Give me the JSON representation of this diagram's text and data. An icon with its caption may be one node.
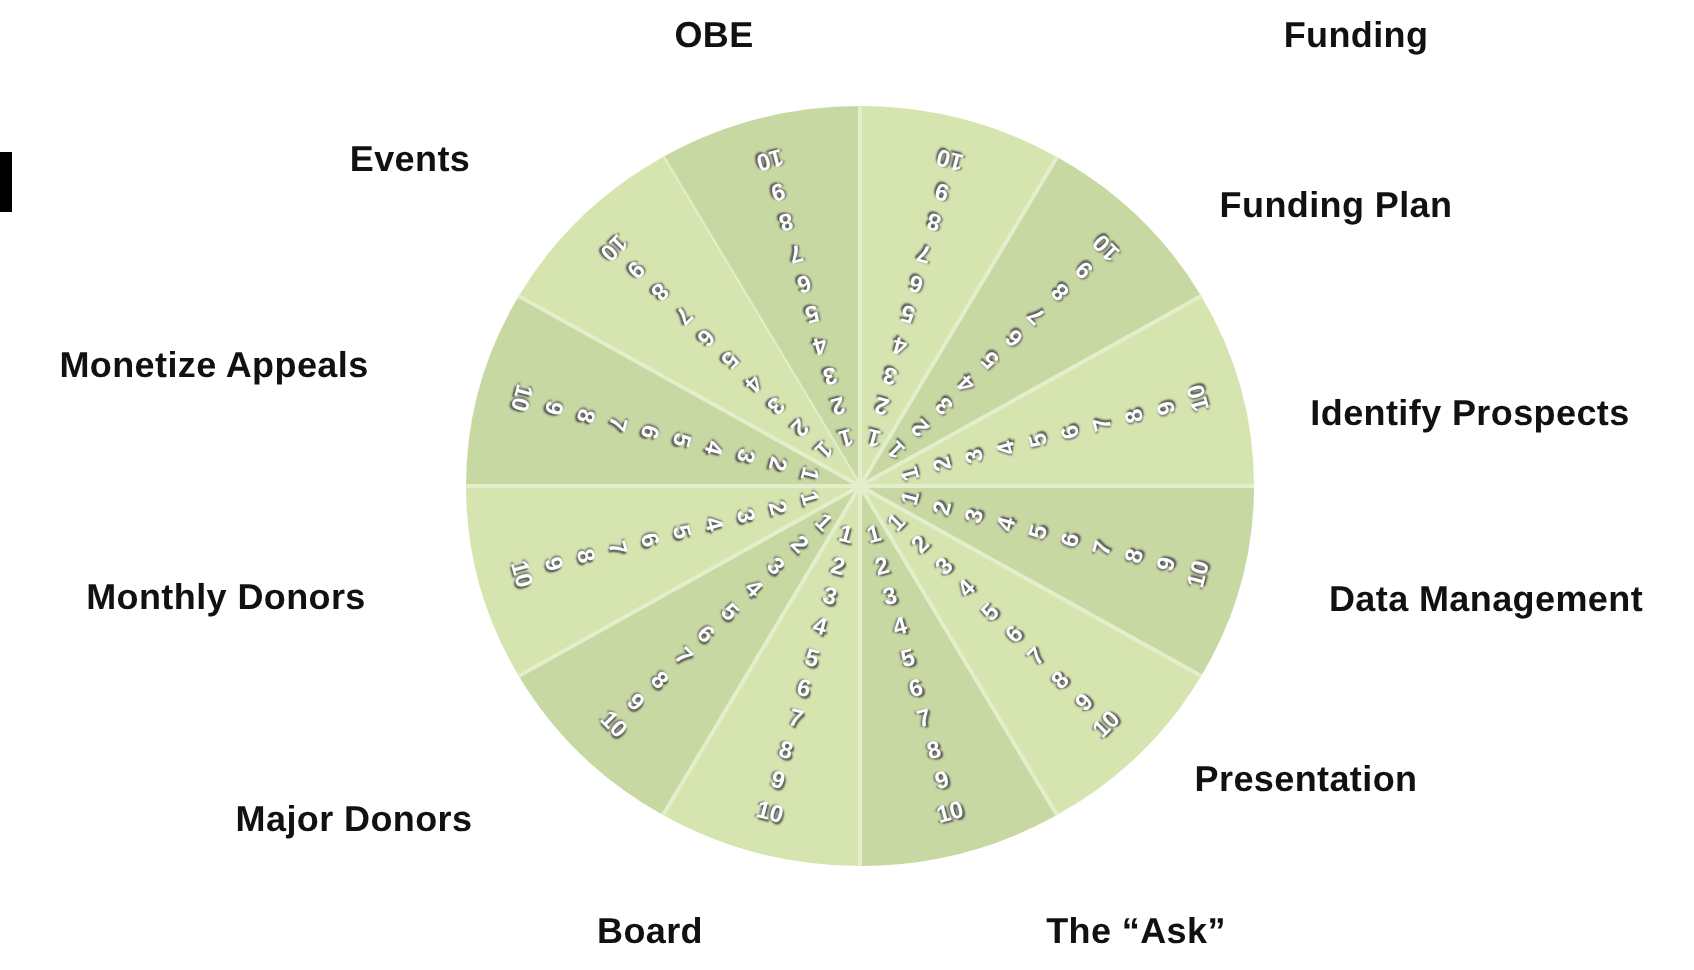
{
  "diagram": {
    "labels": [
      "OBE",
      "1",
      "2",
      "3",
      "4",
      "5",
      "6",
      "7",
      "8",
      "9",
      "10",
      "Funding",
      "1",
      "2",
      "3",
      "4",
      "5",
      "6",
      "7",
      "8",
      "9",
      "10",
      "Funding Plan",
      "1",
      "2",
      "3",
      "4",
      "5",
      "6",
      "7",
      "8",
      "9",
      "10",
      "Identify Prospects",
      "1",
      "2",
      "3",
      "4",
      "5",
      "6",
      "7",
      "8",
      "9",
      "10",
      "Data Management",
      "1",
      "2",
      "3",
      "4",
      "5",
      "6",
      "7",
      "8",
      "9",
      "10",
      "Presentation",
      "1",
      "2",
      "3",
      "4",
      "5",
      "6",
      "7",
      "8",
      "9",
      "10",
      "The “Ask”",
      "1",
      "2",
      "3",
      "4",
      "5",
      "6",
      "7",
      "8",
      "9",
      "10",
      "Board",
      "1",
      "2",
      "3",
      "4",
      "5",
      "6",
      "7",
      "8",
      "9",
      "10",
      "Major Donors",
      "1",
      "2",
      "3",
      "4",
      "5",
      "6",
      "7",
      "8",
      "9",
      "10",
      "Monthly Donors",
      "1",
      "2",
      "3",
      "4",
      "5",
      "6",
      "7",
      "8",
      "9",
      "10",
      "Monetize Appeals",
      "1",
      "2",
      "3",
      "4",
      "5",
      "6",
      "7",
      "8",
      "9",
      "10",
      "Events",
      "1",
      "2",
      "3",
      "4",
      "5",
      "6",
      "7",
      "8",
      "9",
      "10"
    ]
  }
}
